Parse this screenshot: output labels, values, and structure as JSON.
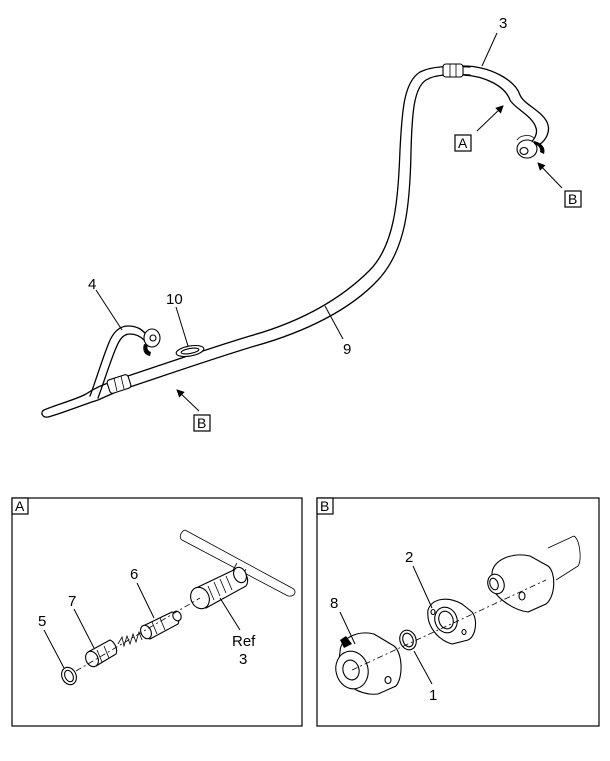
{
  "callouts": {
    "c3": "3",
    "c4": "4",
    "c10": "10",
    "c9": "9",
    "c5": "5",
    "c7": "7",
    "c6": "6",
    "ref": "Ref",
    "ref3": "3",
    "c2": "2",
    "c8": "8",
    "c1": "1"
  },
  "view_refs": {
    "a_top": "A",
    "b_top": "B",
    "b_left": "B"
  },
  "detail_a": {
    "label": "A"
  },
  "detail_b": {
    "label": "B"
  }
}
